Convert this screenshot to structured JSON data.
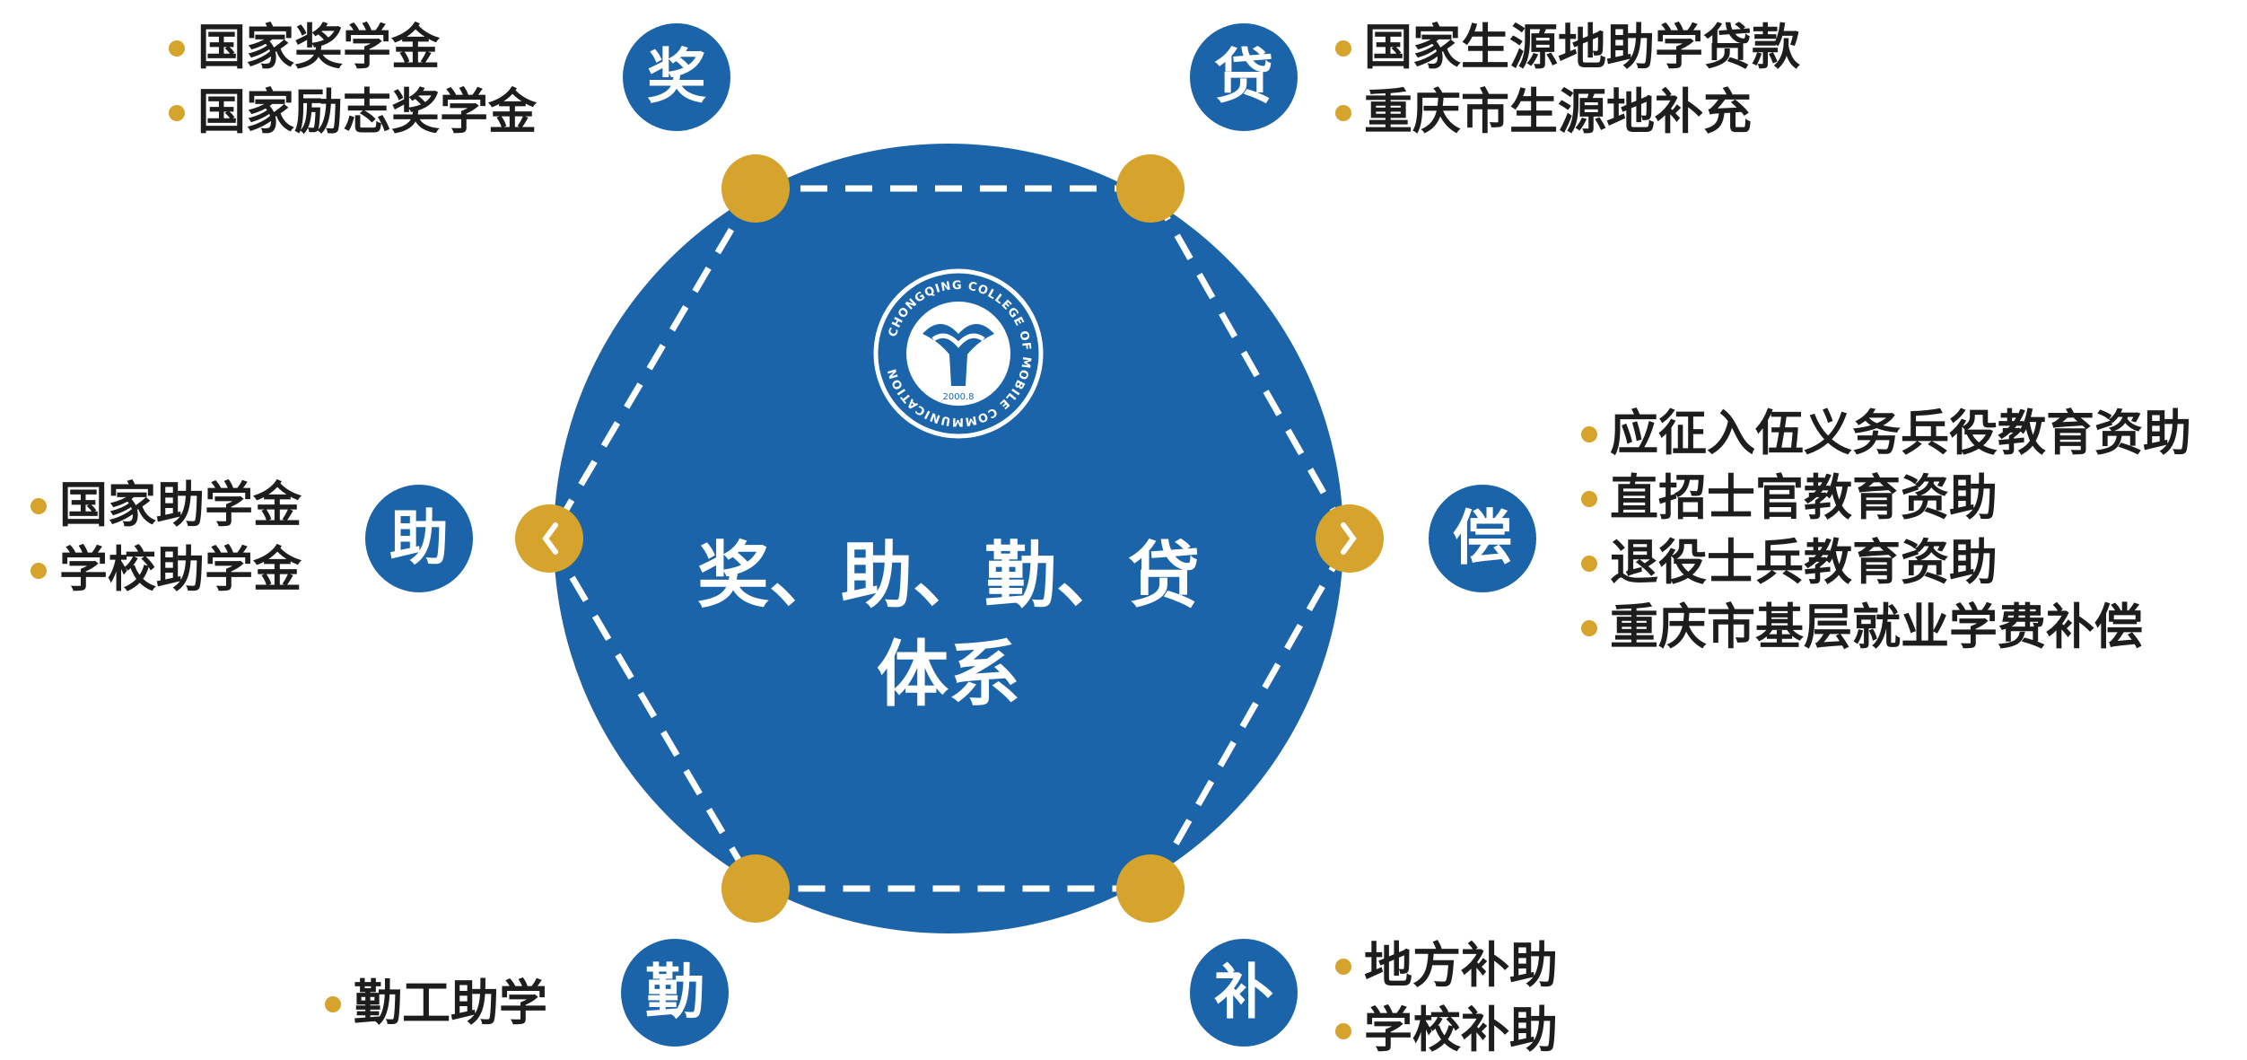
{
  "center": {
    "title_line1": "奖、助、勤、贷",
    "title_line2": "体系",
    "seal_text": "CHONGQING COLLEGE OF MOBILE COMMUNICATION",
    "seal_date": "2000.8"
  },
  "categories": {
    "jiang": {
      "badge": "奖",
      "items": [
        "国家奖学金",
        "国家励志奖学金"
      ]
    },
    "dai": {
      "badge": "贷",
      "items": [
        "国家生源地助学贷款",
        "重庆市生源地补充"
      ]
    },
    "chang": {
      "badge": "偿",
      "items": [
        "应征入伍义务兵役教育资助",
        "直招士官教育资助",
        "退役士兵教育资助",
        "重庆市基层就业学费补偿"
      ]
    },
    "bu": {
      "badge": "补",
      "items": [
        "地方补助",
        "学校补助"
      ]
    },
    "qin": {
      "badge": "勤",
      "items": [
        "勤工助学"
      ]
    },
    "zhu": {
      "badge": "助",
      "items": [
        "国家助学金",
        "学校助学金"
      ]
    }
  },
  "colors": {
    "circle": "#1c64a9",
    "badge": "#1c64a9",
    "accent_dot": "#d6a32c",
    "text": "#1d1d1d"
  },
  "icons": {
    "seal": "college-seal-icon",
    "chevron": "chevron-icon"
  }
}
